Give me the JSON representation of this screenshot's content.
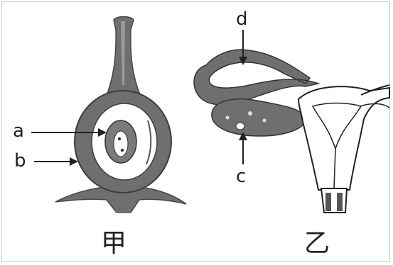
{
  "figure_left": {
    "caption": "甲",
    "labels": {
      "a": "a",
      "b": "b"
    }
  },
  "figure_right": {
    "caption": "乙",
    "labels": {
      "c": "c",
      "d": "d"
    }
  },
  "colors": {
    "tissue": "#6f6f6f",
    "tissue_dark": "#4a4a4a",
    "cavity": "#ffffff",
    "line": "#222222"
  }
}
